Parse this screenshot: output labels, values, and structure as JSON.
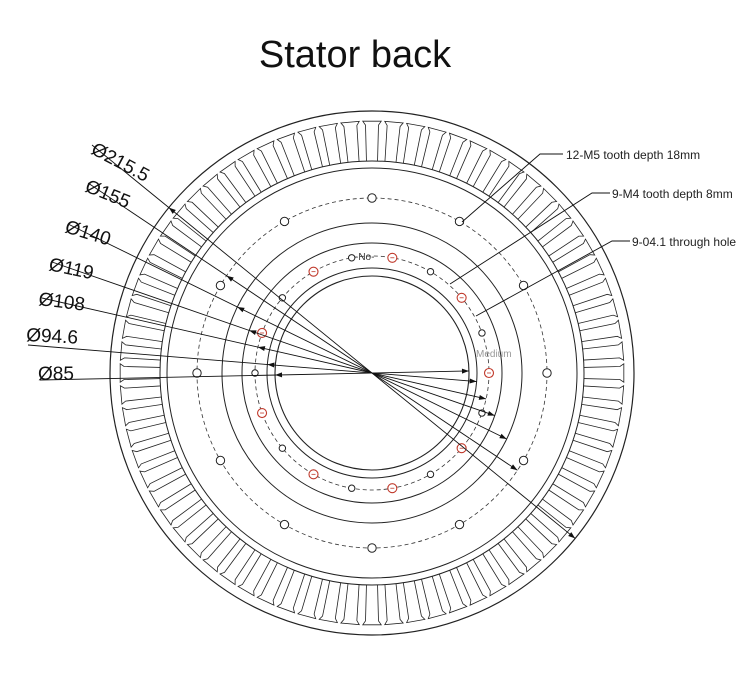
{
  "title": "Stator back",
  "diameters": [
    "Ø215.5",
    "Ø155",
    "Ø140",
    "Ø119",
    "Ø108",
    "Ø94.6",
    "Ø85"
  ],
  "notes": {
    "m5": "12-M5 tooth depth 18mm",
    "m4": "9-M4 tooth depth 8mm",
    "through": "9-04.1 through hole"
  },
  "labels": {
    "no": "-No-",
    "medium": "Medium"
  },
  "hole_color": "#c0392b",
  "line_color": "#222222",
  "slot_count": 72
}
